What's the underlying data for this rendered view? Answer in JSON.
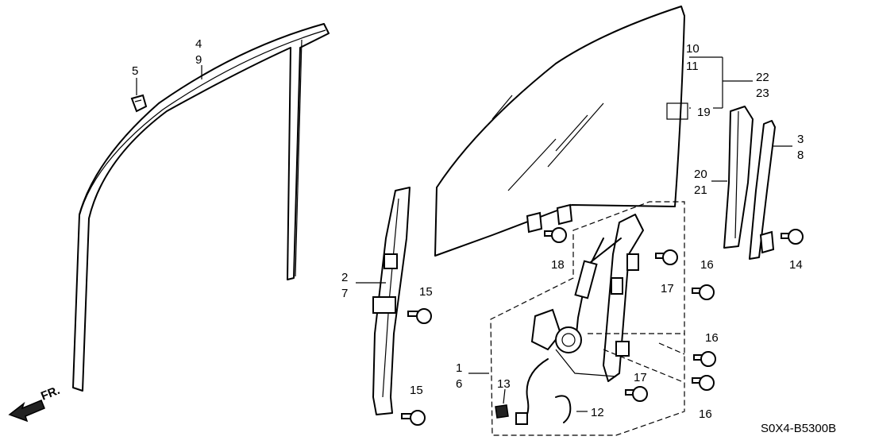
{
  "callouts": {
    "c1": "1",
    "c2": "2",
    "c3": "3",
    "c4": "4",
    "c5": "5",
    "c6": "6",
    "c7": "7",
    "c8": "8",
    "c9": "9",
    "c10": "10",
    "c11": "11",
    "c12": "12",
    "c13": "13",
    "c14": "14",
    "c15a": "15",
    "c15b": "15",
    "c16a": "16",
    "c16b": "16",
    "c16c": "16",
    "c17a": "17",
    "c17b": "17",
    "c18": "18",
    "c19": "19",
    "c20": "20",
    "c21": "21",
    "c22": "22",
    "c23": "23"
  },
  "direction_label": "FR.",
  "diagram_code": "S0X4-B5300B"
}
